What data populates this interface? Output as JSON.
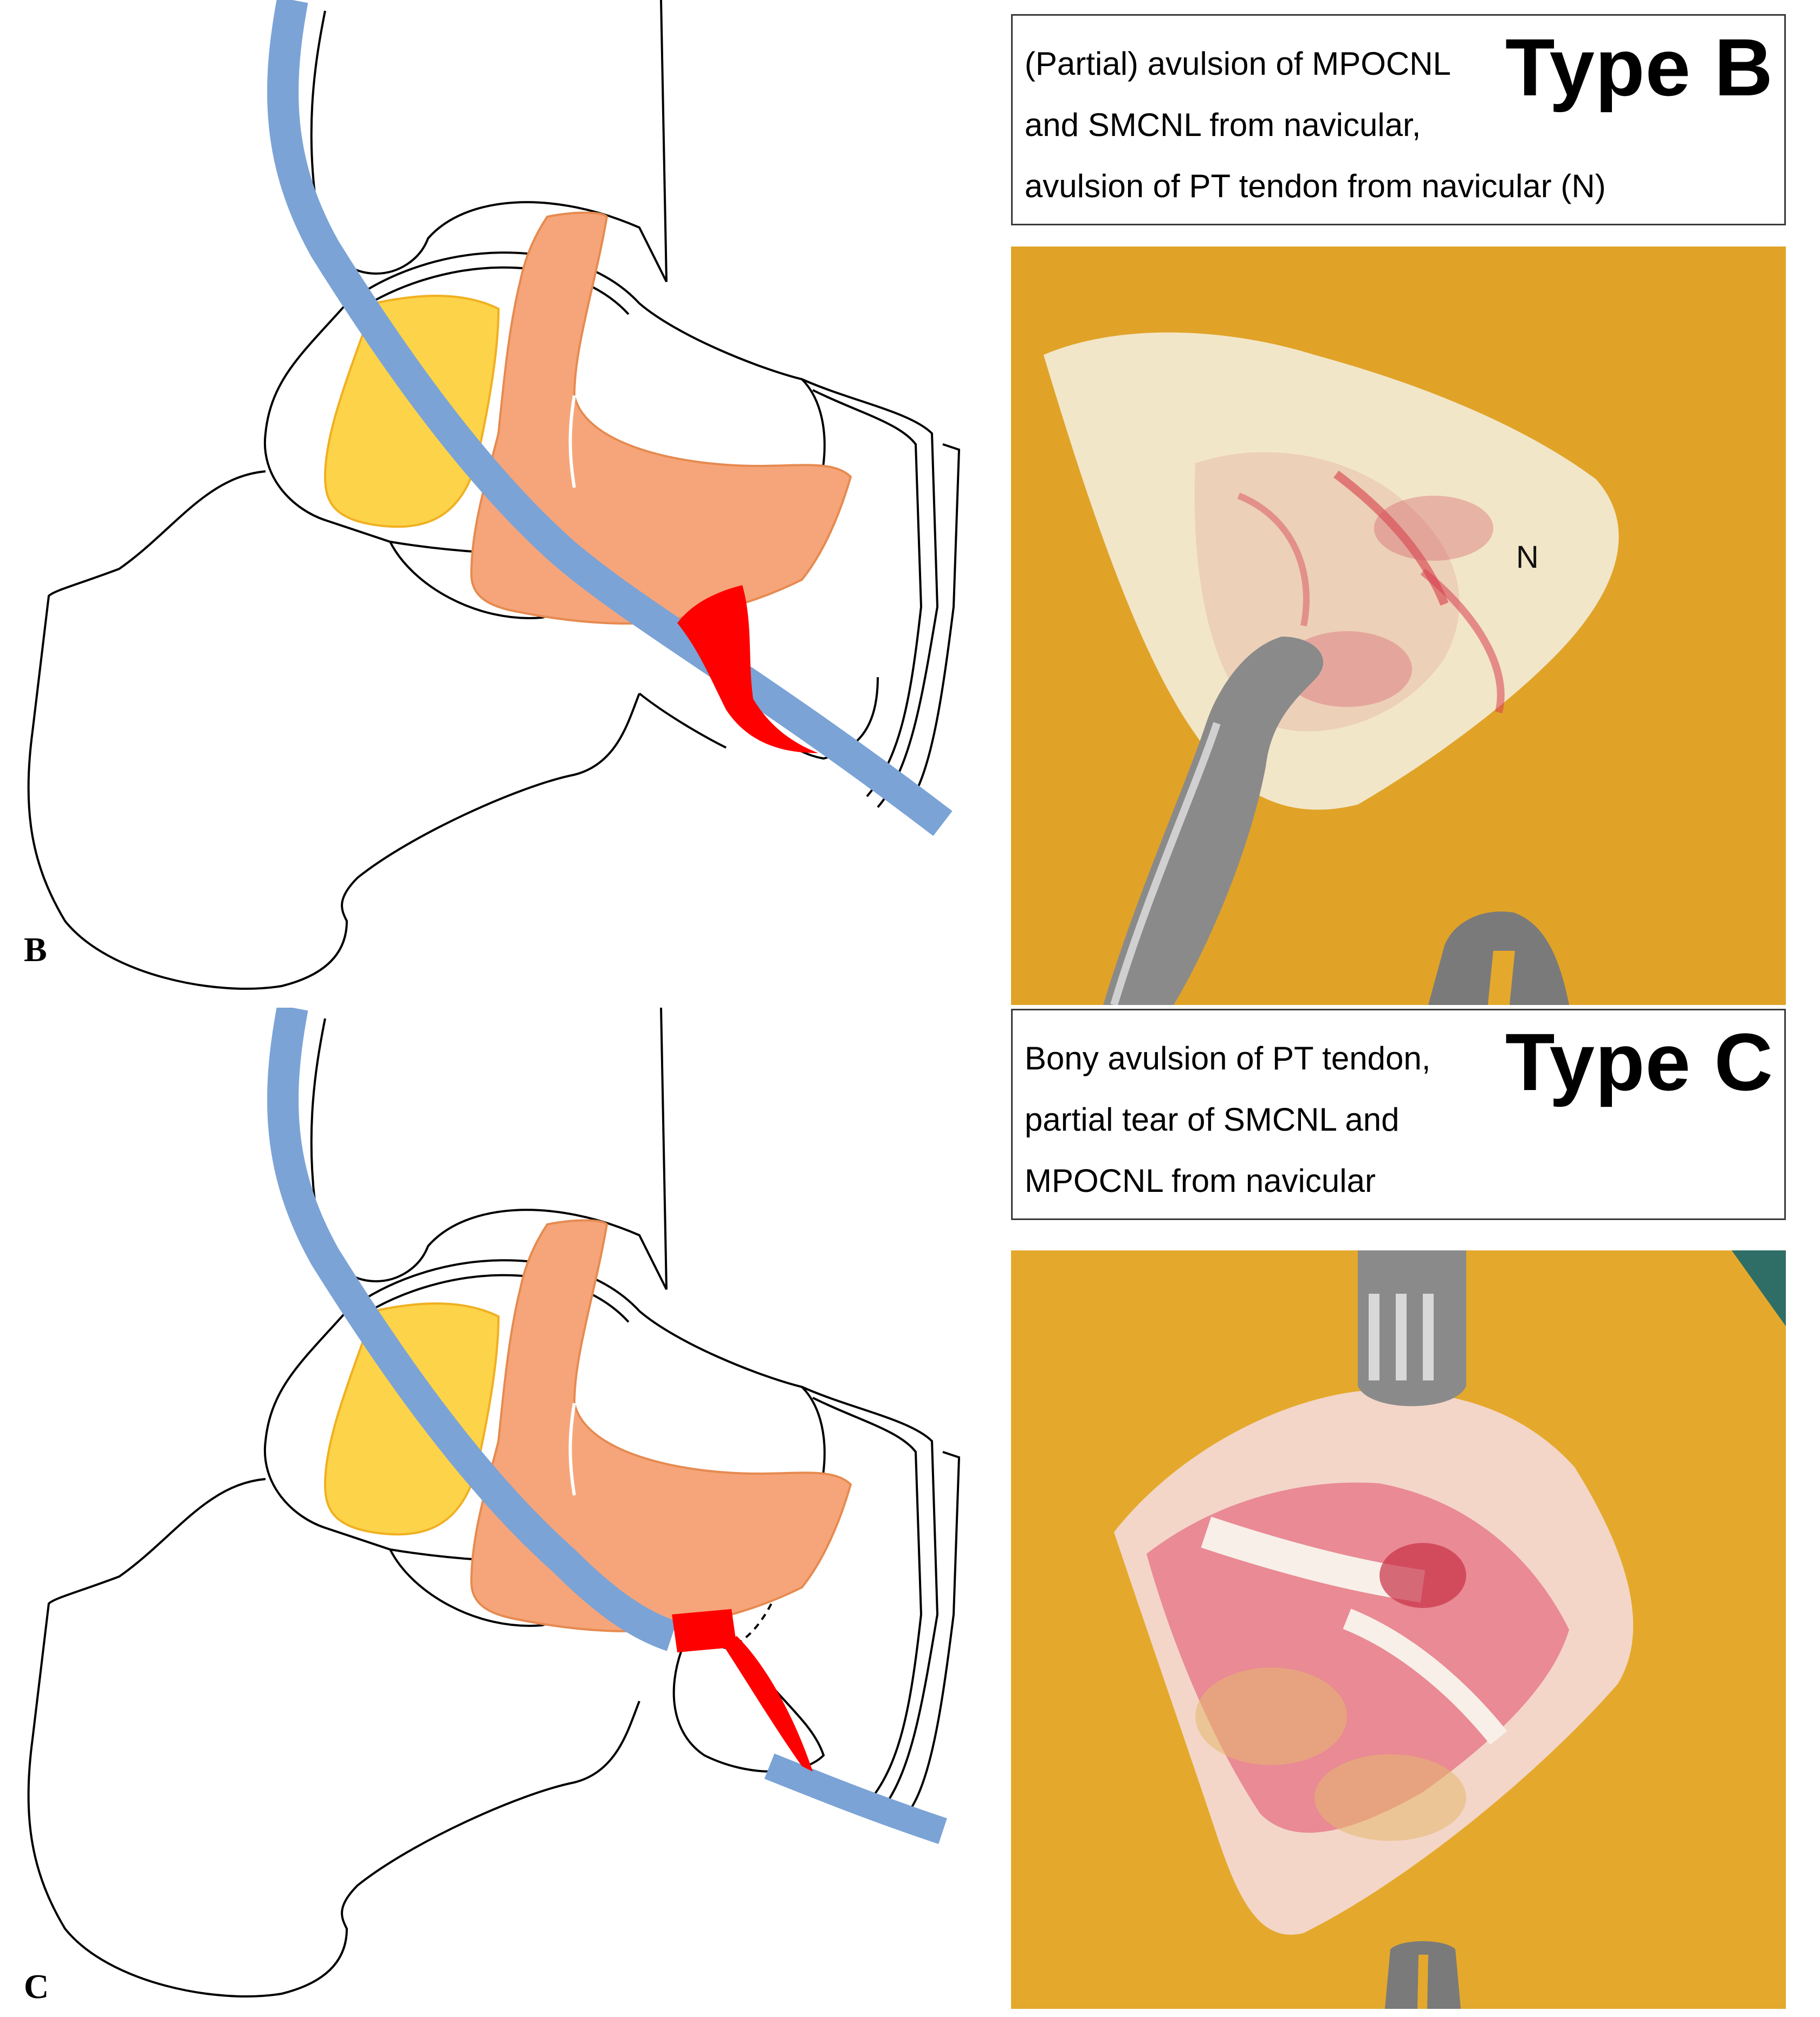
{
  "panels": [
    {
      "letter": "B",
      "type_label": "Type B",
      "caption": [
        "(Partial) avulsion of MPOCNL",
        "and SMCNL from navicular,",
        "avulsion of PT tendon from navicular (N)"
      ],
      "photo_labels": [
        "N"
      ]
    },
    {
      "letter": "C",
      "type_label": "Type C",
      "caption": [
        "Bony avulsion of PT tendon,",
        "partial tear of SMCNL and",
        "MPOCNL from navicular"
      ],
      "photo_labels": []
    }
  ],
  "colors": {
    "tendon": "#7ba3d6",
    "ligament_orange": "#f6a57a",
    "ligament_yellow": "#fdd34a",
    "avulsion_red": "#ff0000",
    "skin": "#e4a92c"
  }
}
